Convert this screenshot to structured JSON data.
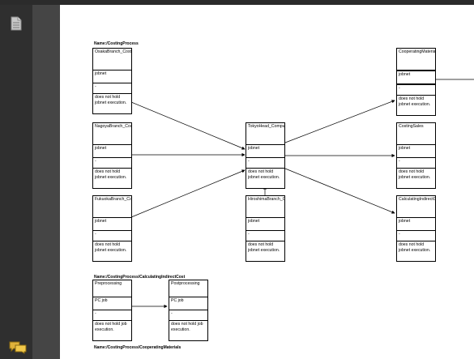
{
  "viewer": {
    "page_icon": "document-page-icon",
    "comment_icon": "comments-icon"
  },
  "sections": {
    "costing_process": "Name:/CostingProcess",
    "calculating_indirect": "Name:/CostingProcess/CalculatingIndirectCost",
    "cooperating_materials": "Name:/CostingProcess/CooperatingMaterials"
  },
  "nodes": {
    "osaka": {
      "name": "OsakaBranch_Costing",
      "type": "jobnet",
      "dash": "-",
      "note": "does not hold jobnet execution."
    },
    "nagoya": {
      "name": "NagoyaBranch_Costing",
      "type": "jobnet",
      "dash": "-",
      "note": "does not hold jobnet execution."
    },
    "fukuoka": {
      "name": "FukuokaBranch_Costing",
      "type": "jobnet",
      "dash": "-",
      "note": "does not hold jobnet execution."
    },
    "tokyo": {
      "name": "TokyoHead_Computing",
      "type": "jobnet",
      "dash": "-",
      "note": "does not hold jobnet execution."
    },
    "hiroshima": {
      "name": "HiroshimaBranch_Costing",
      "type": "jobnet",
      "dash": "-",
      "note": "does not hold jobnet execution."
    },
    "cooperating": {
      "name": "CooperatingMaterials",
      "type": "jobnet",
      "dash": "-",
      "note": "does not hold jobnet execution."
    },
    "costing_sales": {
      "name": "CostingSales",
      "type": "jobnet",
      "dash": "-",
      "note": "does not hold jobnet execution."
    },
    "calculating": {
      "name": "CalculatingIndirectCost",
      "type": "jobnet",
      "dash": "-",
      "note": "does not hold jobnet execution."
    },
    "preprocessing": {
      "name": "Preprocessing",
      "type": "PC job",
      "dash": "-",
      "note": "does not hold job execution."
    },
    "postprocessing": {
      "name": "Postprocessing",
      "type": "PC job",
      "dash": "-",
      "note": "does not hold job execution."
    }
  }
}
